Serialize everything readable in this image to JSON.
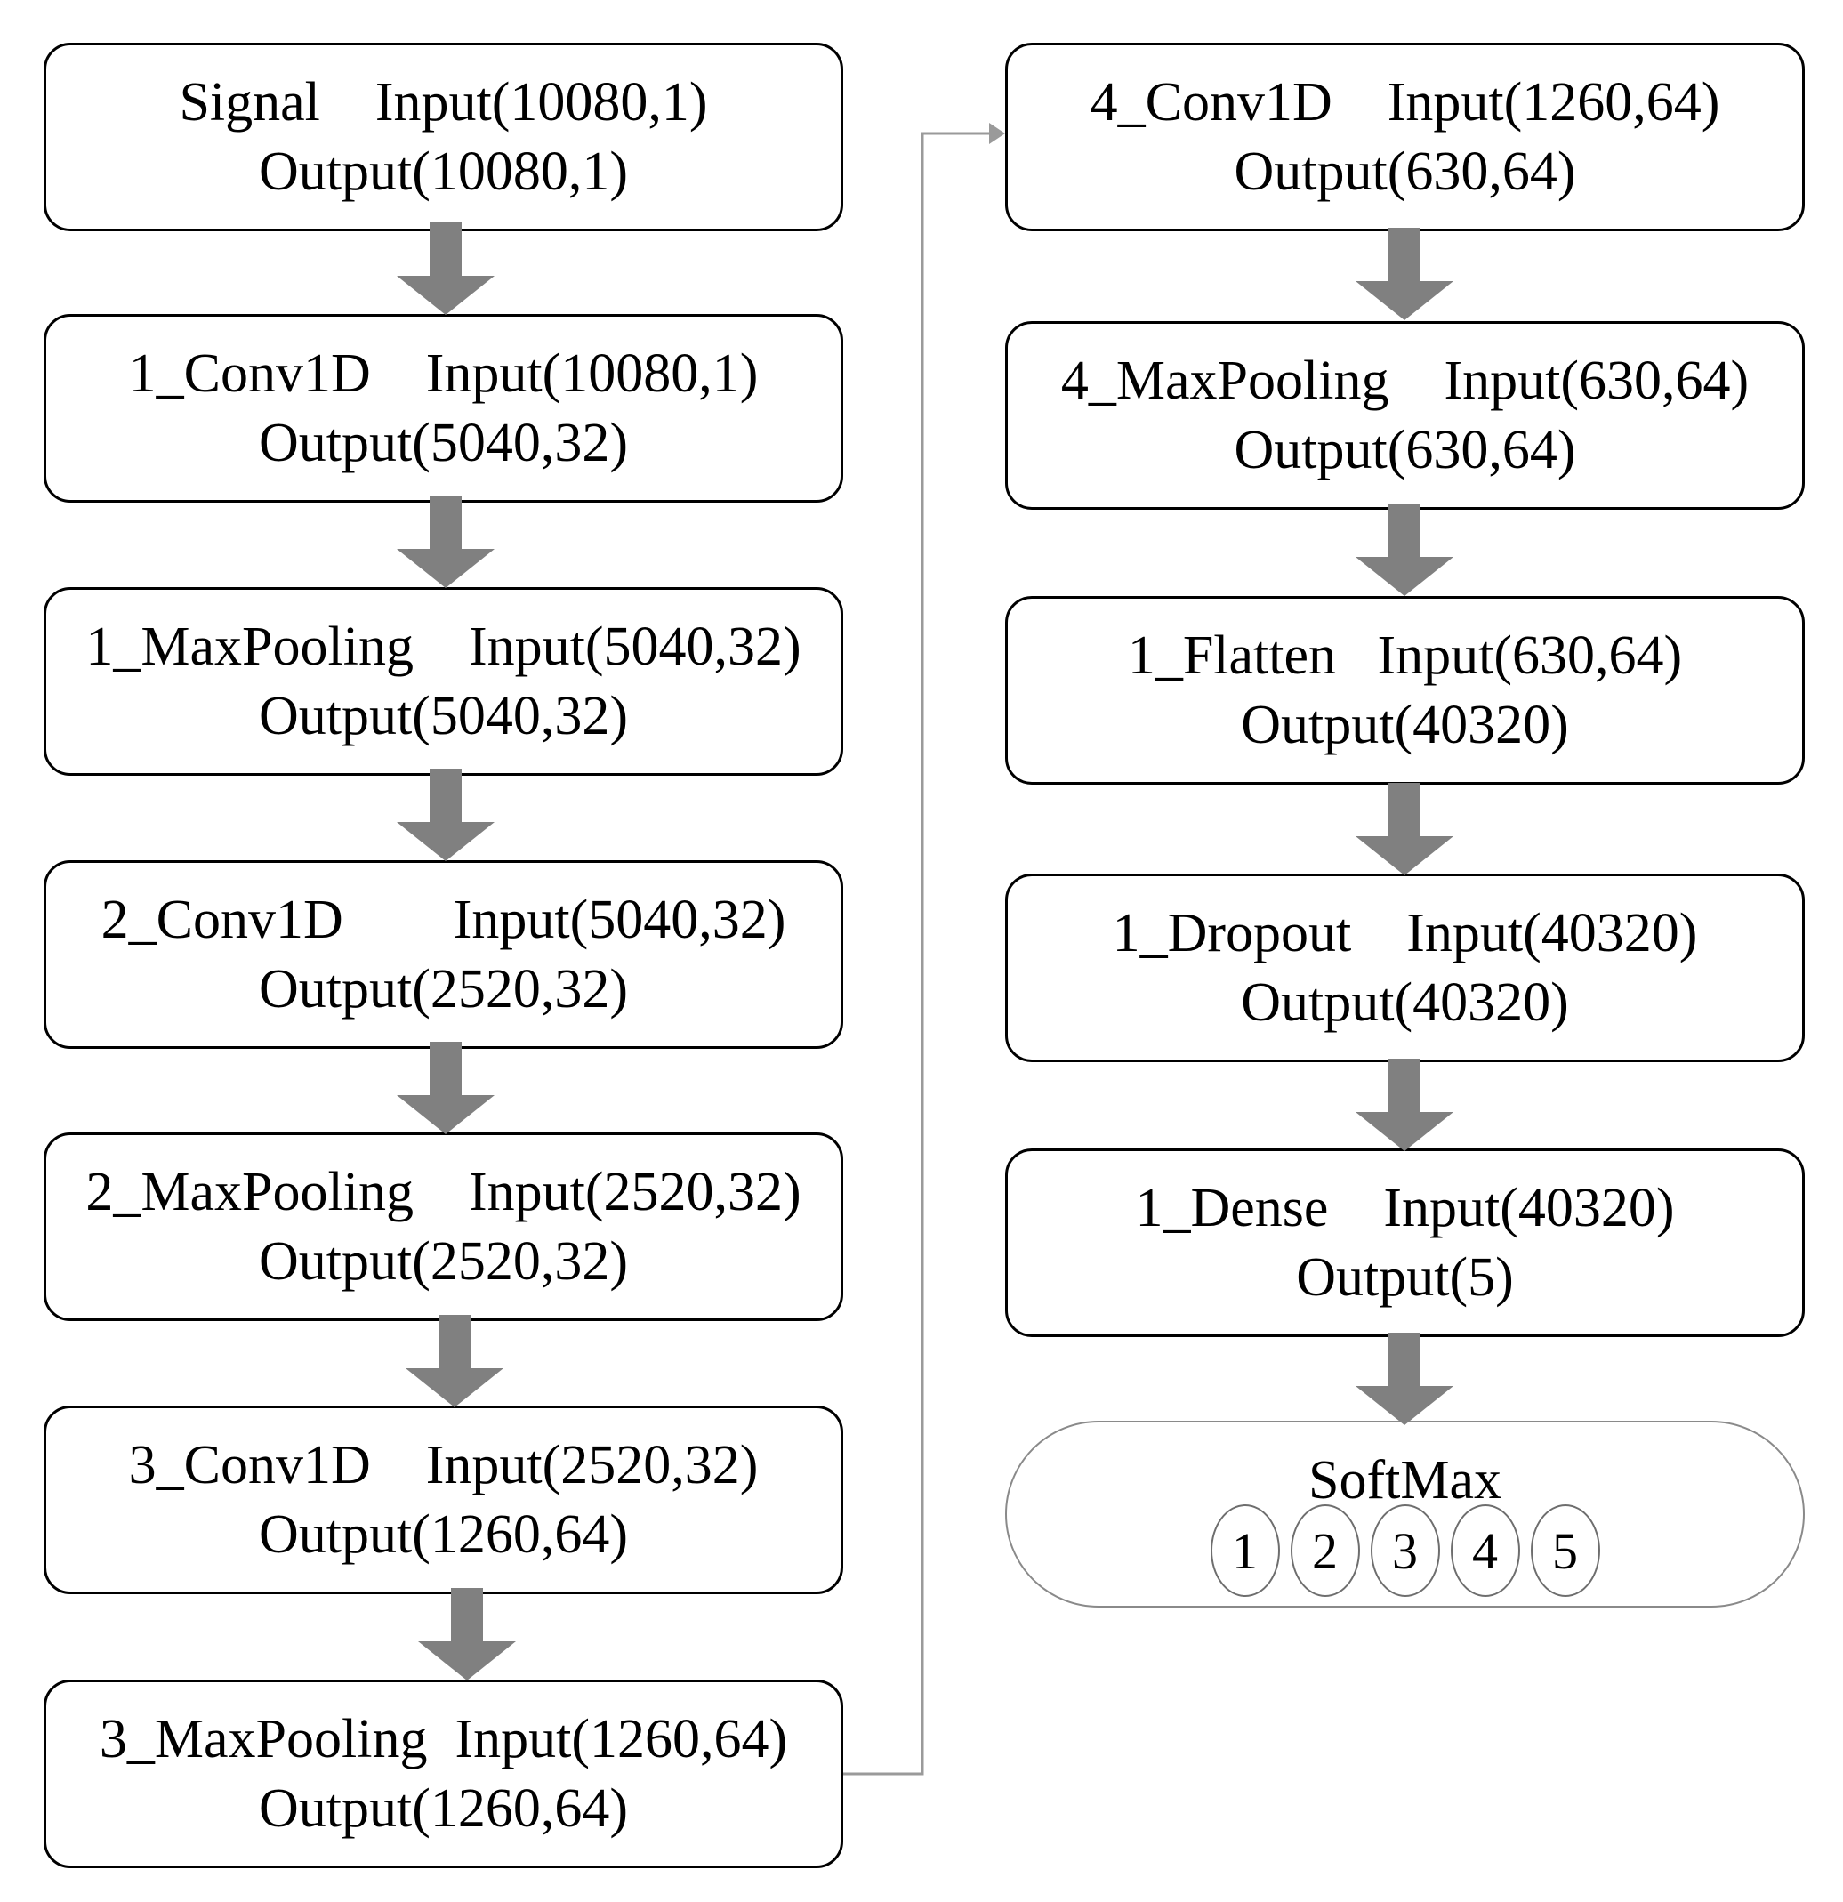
{
  "layers": [
    {
      "id": "signal",
      "line1": "Signal    Input(10080,1)",
      "line2": "Output(10080,1)"
    },
    {
      "id": "conv1d-1",
      "line1": "1_Conv1D    Input(10080,1)",
      "line2": "Output(5040,32)"
    },
    {
      "id": "maxpooling-1",
      "line1": "1_MaxPooling    Input(5040,32)",
      "line2": "Output(5040,32)"
    },
    {
      "id": "conv1d-2",
      "line1": "2_Conv1D        Input(5040,32)",
      "line2": "Output(2520,32)"
    },
    {
      "id": "maxpooling-2",
      "line1": "2_MaxPooling    Input(2520,32)",
      "line2": "Output(2520,32)"
    },
    {
      "id": "conv1d-3",
      "line1": "3_Conv1D    Input(2520,32)",
      "line2": "Output(1260,64)"
    },
    {
      "id": "maxpooling-3",
      "line1": "3_MaxPooling  Input(1260,64)",
      "line2": "Output(1260,64)"
    },
    {
      "id": "conv1d-4",
      "line1": "4_Conv1D    Input(1260,64)",
      "line2": "Output(630,64)"
    },
    {
      "id": "maxpooling-4",
      "line1": "4_MaxPooling    Input(630,64)",
      "line2": "Output(630,64)"
    },
    {
      "id": "flatten-1",
      "line1": "1_Flatten   Input(630,64)",
      "line2": "Output(40320)"
    },
    {
      "id": "dropout-1",
      "line1": "1_Dropout    Input(40320)",
      "line2": "Output(40320)"
    },
    {
      "id": "dense-1",
      "line1": "1_Dense    Input(40320)",
      "line2": "Output(5)"
    }
  ],
  "softmax": {
    "title": "SoftMax",
    "classes": [
      "1",
      "2",
      "3",
      "4",
      "5"
    ]
  },
  "colors": {
    "arrow": "#808080",
    "connector": "#9a9a9a",
    "box_border": "#000000"
  }
}
